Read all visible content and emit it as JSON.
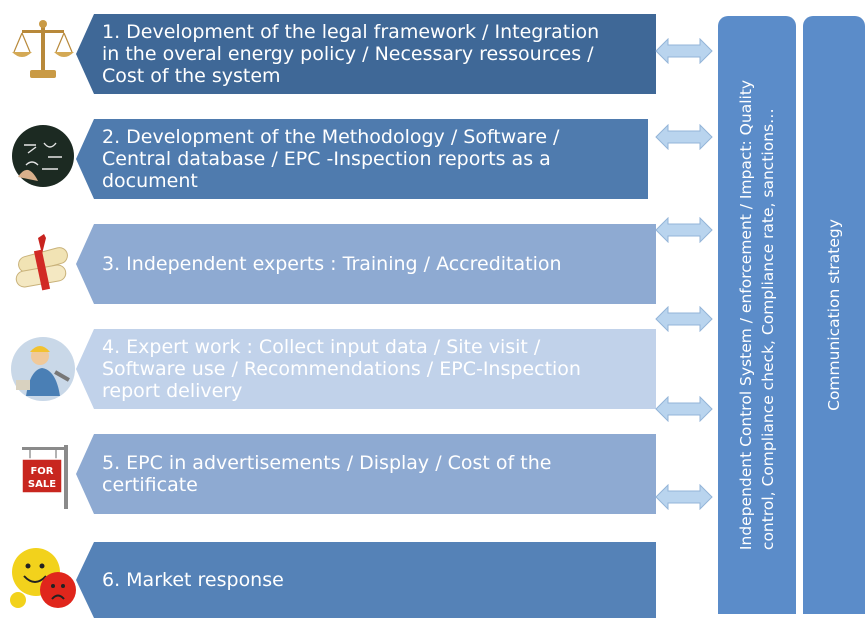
{
  "steps": [
    {
      "lines": [
        "1. Development of the legal framework / Integration",
        "in the overal energy policy / Necessary ressources /",
        "Cost of the system"
      ],
      "color": "#3f6897",
      "icon": "scales-of-justice-icon"
    },
    {
      "lines": [
        "2. Development of the Methodology / Software /",
        "Central database / EPC -Inspection reports as a",
        "document"
      ],
      "color": "#4f7bae",
      "icon": "blackboard-equations-icon"
    },
    {
      "lines": [
        "3. Independent experts : Training / Accreditation"
      ],
      "color": "#8eaad2",
      "icon": "diploma-scroll-icon"
    },
    {
      "lines": [
        "4. Expert work : Collect input data / Site visit /",
        "Software use / Recommendations / EPC-Inspection",
        "report delivery"
      ],
      "color": "#c1d2ea",
      "icon": "worker-with-tools-icon"
    },
    {
      "lines": [
        "5. EPC in advertisements / Display / Cost of the",
        "certificate"
      ],
      "color": "#8eaad2",
      "icon": "for-sale-sign-icon"
    },
    {
      "lines": [
        "6. Market response"
      ],
      "color": "#5582b7",
      "icon": "smiley-faces-icon"
    }
  ],
  "control_bar": {
    "line1": "Independent  Control System  / enforcement  / Impact: Quality",
    "line2": "control, Compliance check, Compliance rate, sanctions…",
    "color": "#5b8cc9"
  },
  "communication_bar": {
    "label": "Communication  strategy",
    "color": "#5b8cc9"
  },
  "arrow_color": "#b9d4ee"
}
